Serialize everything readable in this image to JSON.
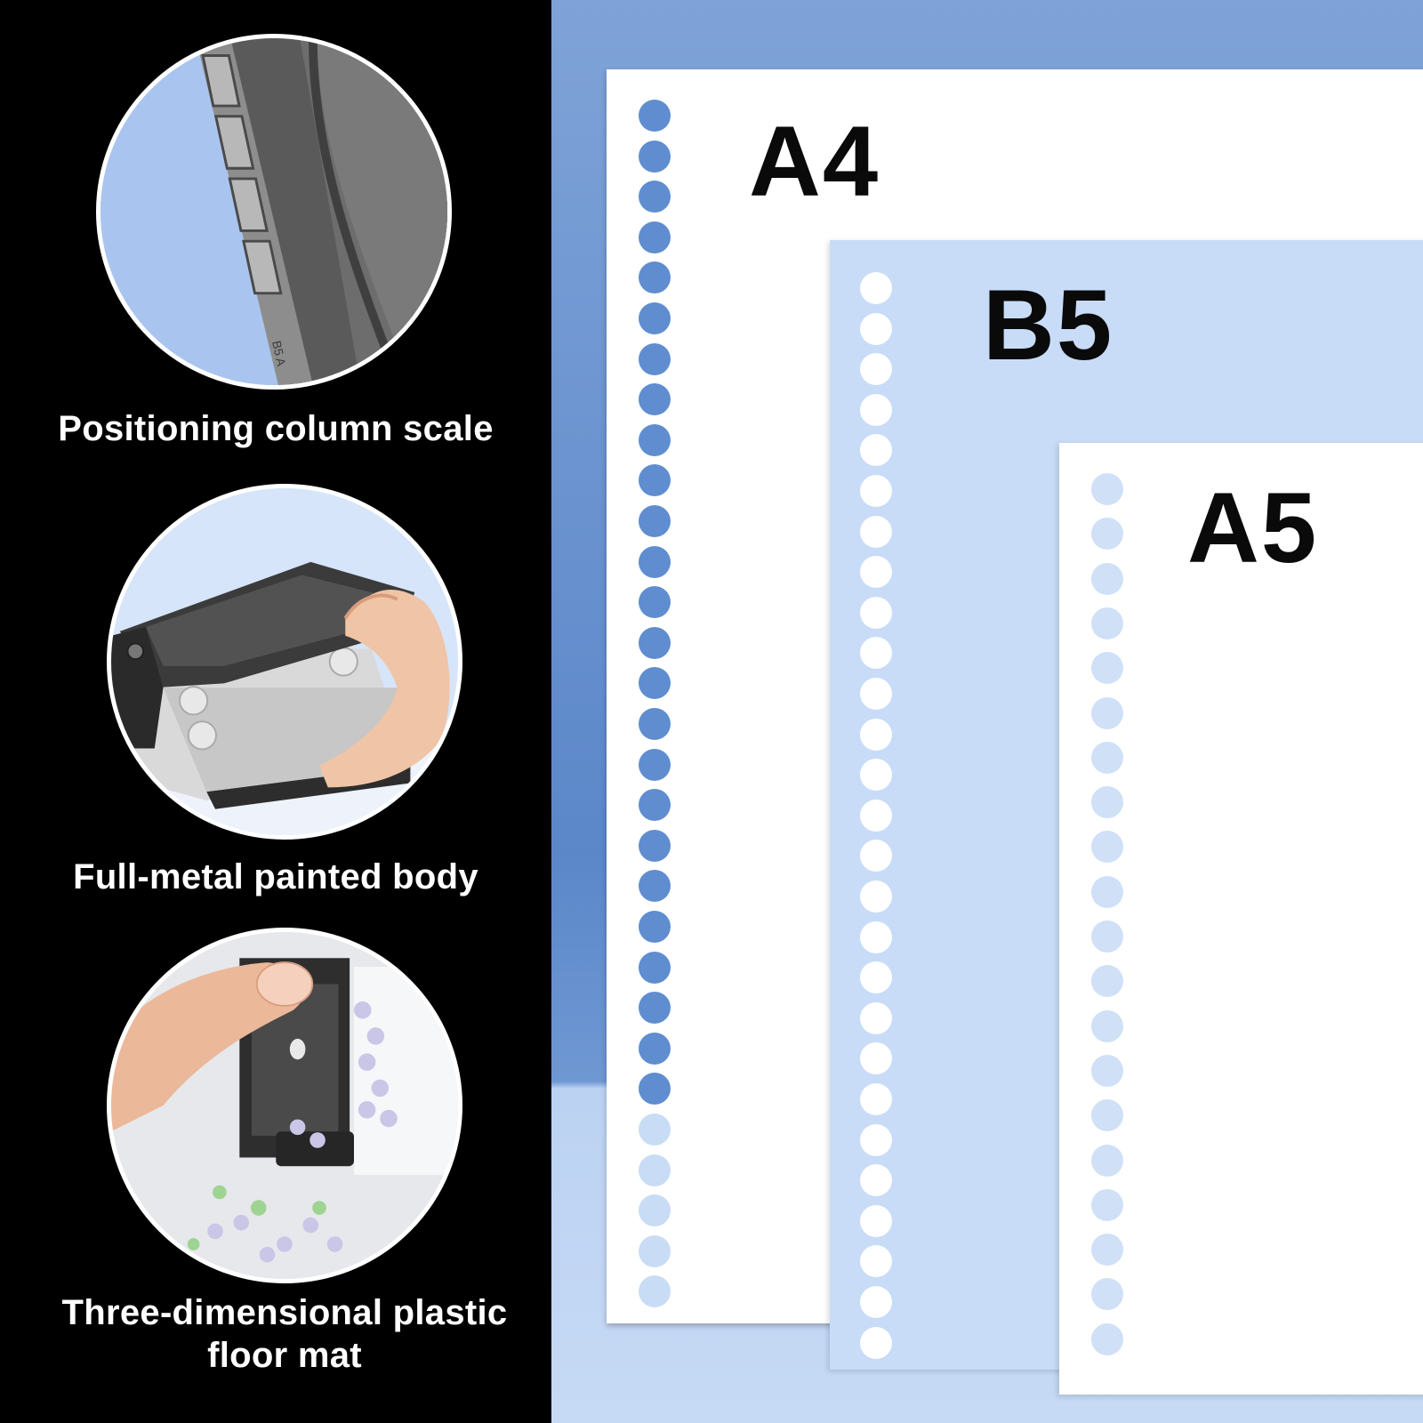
{
  "features": [
    {
      "caption": "Positioning column scale",
      "icon": "positioning-scale-photo"
    },
    {
      "caption": "Full-metal painted body",
      "icon": "hole-punch-photo"
    },
    {
      "caption": "Three-dimensional plastic floor mat",
      "icon": "floor-mat-photo"
    }
  ],
  "paper_sizes": [
    {
      "label": "A4",
      "sheet_color": "#ffffff",
      "hole_color": "#5f8dd0",
      "hole_color_faded": "#c9dcf5"
    },
    {
      "label": "B5",
      "sheet_color": "#c8dcf8",
      "hole_color": "#ffffff"
    },
    {
      "label": "A5",
      "sheet_color": "#ffffff",
      "hole_color": "#cfe0f7"
    }
  ]
}
